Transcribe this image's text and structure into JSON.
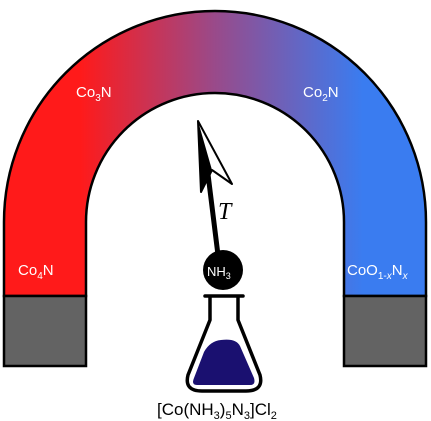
{
  "magnet": {
    "left_color": "#ff1a1a",
    "right_color": "#3a7cf0",
    "pole_color": "#636363",
    "labels": {
      "top_left": {
        "base": "Co",
        "sub": "3",
        "tail": "N"
      },
      "top_right": {
        "base": "Co",
        "sub": "2",
        "tail": "N"
      },
      "bottom_left": {
        "base": "Co",
        "sub": "4",
        "tail": "N"
      }
    },
    "bottom_right_label": {
      "base": "CoO",
      "sub1": "1-",
      "sub_x": "x",
      "tail": "N",
      "sub2": "x"
    }
  },
  "arrow": {
    "label": "T"
  },
  "molecule": {
    "base": "NH",
    "sub": "3"
  },
  "flask": {
    "liquid_color": "#1a1070",
    "formula": {
      "p1": "[Co(NH",
      "s1": "3",
      "p2": ")",
      "s2": "5",
      "p3": "N",
      "s3": "3",
      "p4": "]Cl",
      "s4": "2"
    }
  }
}
